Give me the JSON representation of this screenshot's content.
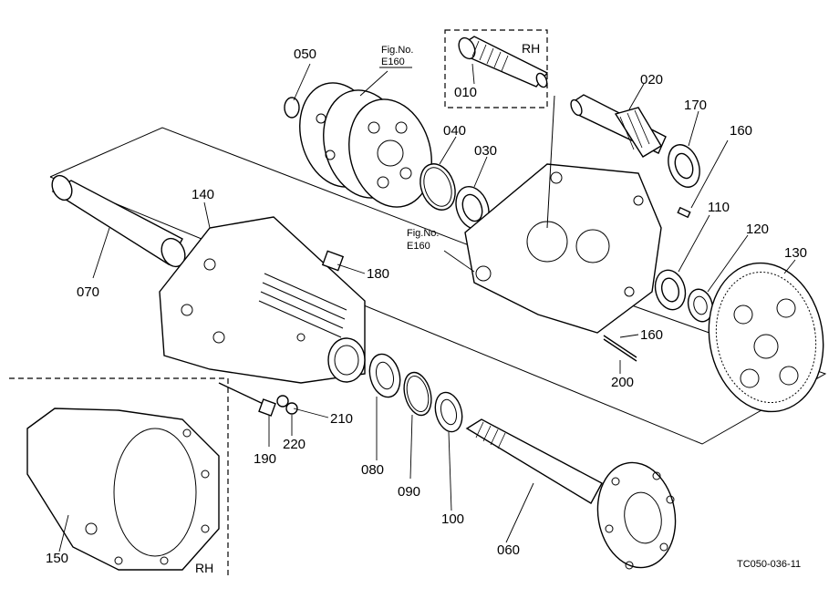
{
  "parts": {
    "p010": "010",
    "p020": "020",
    "p030": "030",
    "p040": "040",
    "p050": "050",
    "p060": "060",
    "p070": "070",
    "p080": "080",
    "p090": "090",
    "p100": "100",
    "p110": "110",
    "p120": "120",
    "p130": "130",
    "p140": "140",
    "p150": "150",
    "p160a": "160",
    "p160b": "160",
    "p170": "170",
    "p180": "180",
    "p190": "190",
    "p200": "200",
    "p210": "210",
    "p220": "220"
  },
  "refs": {
    "fig_no_1": "Fig.No.",
    "fig_ref_1": "E160",
    "fig_no_2": "Fig.No.",
    "fig_ref_2": "E160"
  },
  "side_labels": {
    "rh_top": "RH",
    "rh_bottom": "RH"
  },
  "drawing_code": "TC050-036-11"
}
